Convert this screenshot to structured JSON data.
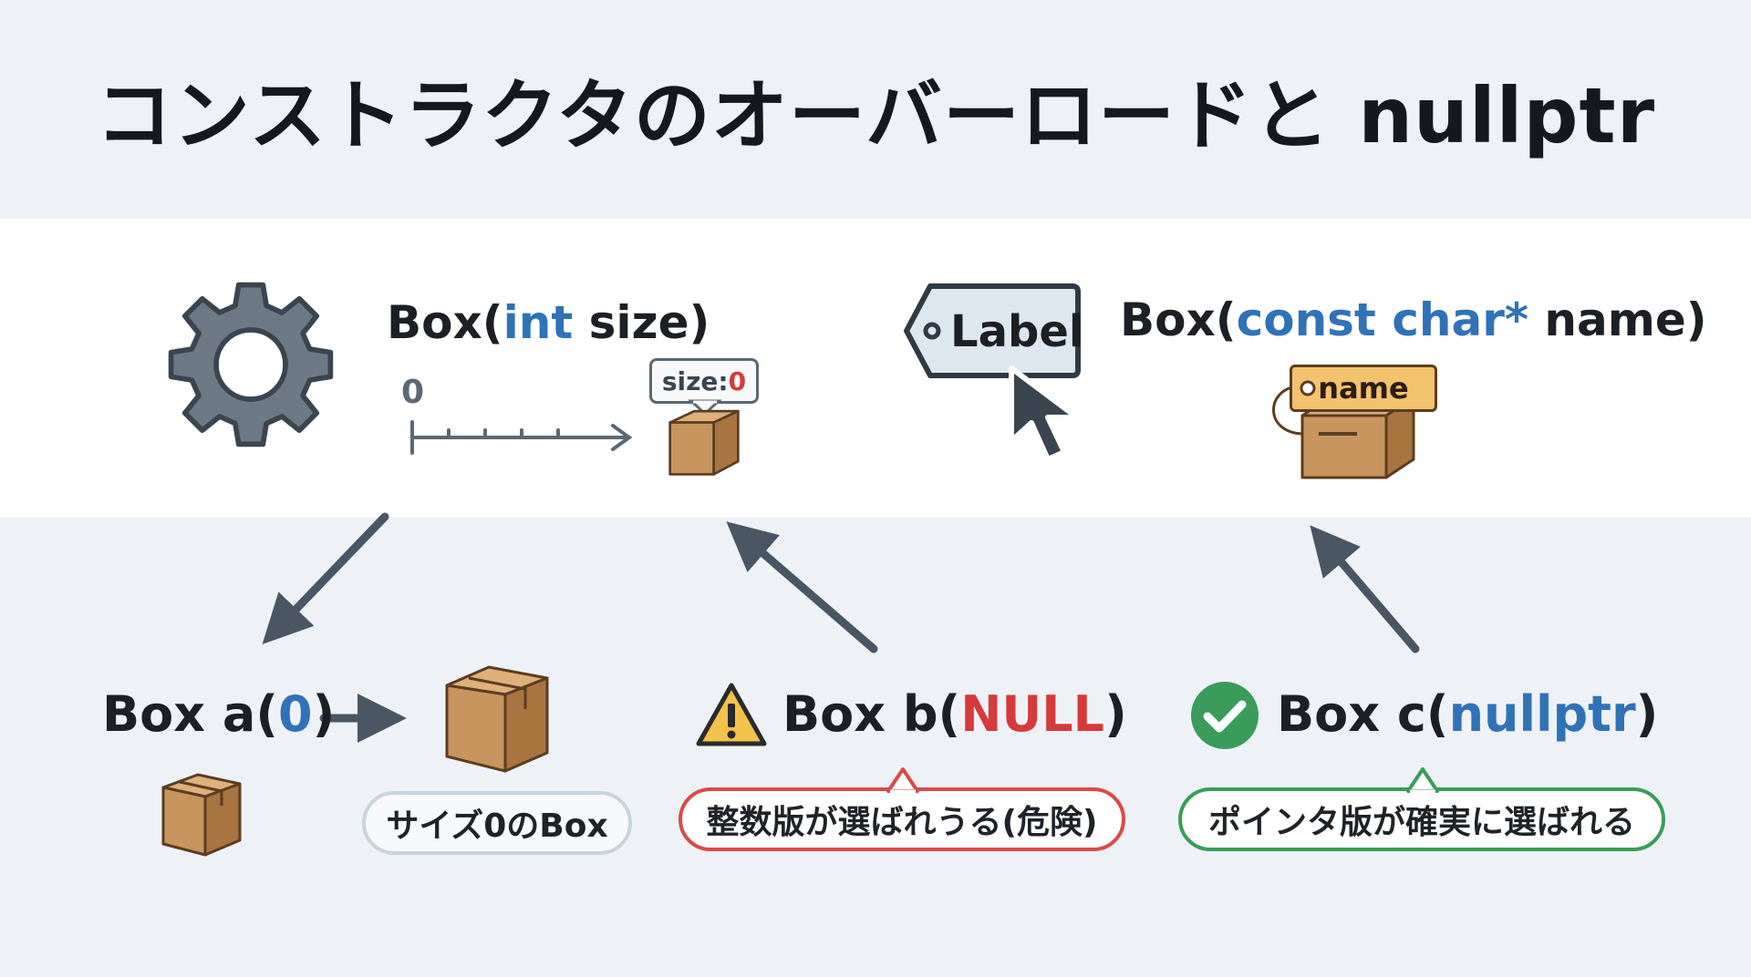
{
  "title": "コンストラクタのオーバーロードと nullptr",
  "ctor_int": {
    "prefix": "Box(",
    "type": "int",
    "rest": " size)",
    "axis_zero": "0",
    "size_tag_key": "size: ",
    "size_tag_value": "0"
  },
  "ctor_str": {
    "prefix": "Box(",
    "type": "const char*",
    "rest": " name)",
    "label_tag": "Label",
    "name_tag": "name"
  },
  "call_a": {
    "prefix": "Box a(",
    "arg": "0",
    "suffix": ")",
    "note": "サイズ0のBox"
  },
  "call_b": {
    "prefix": "Box b(",
    "arg": "NULL",
    "suffix": ")",
    "note": "整数版が選ばれうる(危険)"
  },
  "call_c": {
    "prefix": "Box c(",
    "arg": "nullptr",
    "suffix": ")",
    "note": "ポインタ版が確実に選ばれる"
  },
  "icons": {
    "gear": "gear-icon",
    "label_tag": "label-tag-icon",
    "cursor": "cursor-icon",
    "box": "cardboard-box-icon",
    "warning": "warning-icon",
    "check": "check-circle-icon"
  },
  "colors": {
    "type_blue": "#2f72b8",
    "null_red": "#d63a3a",
    "ok_green": "#3a9c5a",
    "arrow_slate": "#4a5663",
    "box_brown": "#c8955e"
  }
}
